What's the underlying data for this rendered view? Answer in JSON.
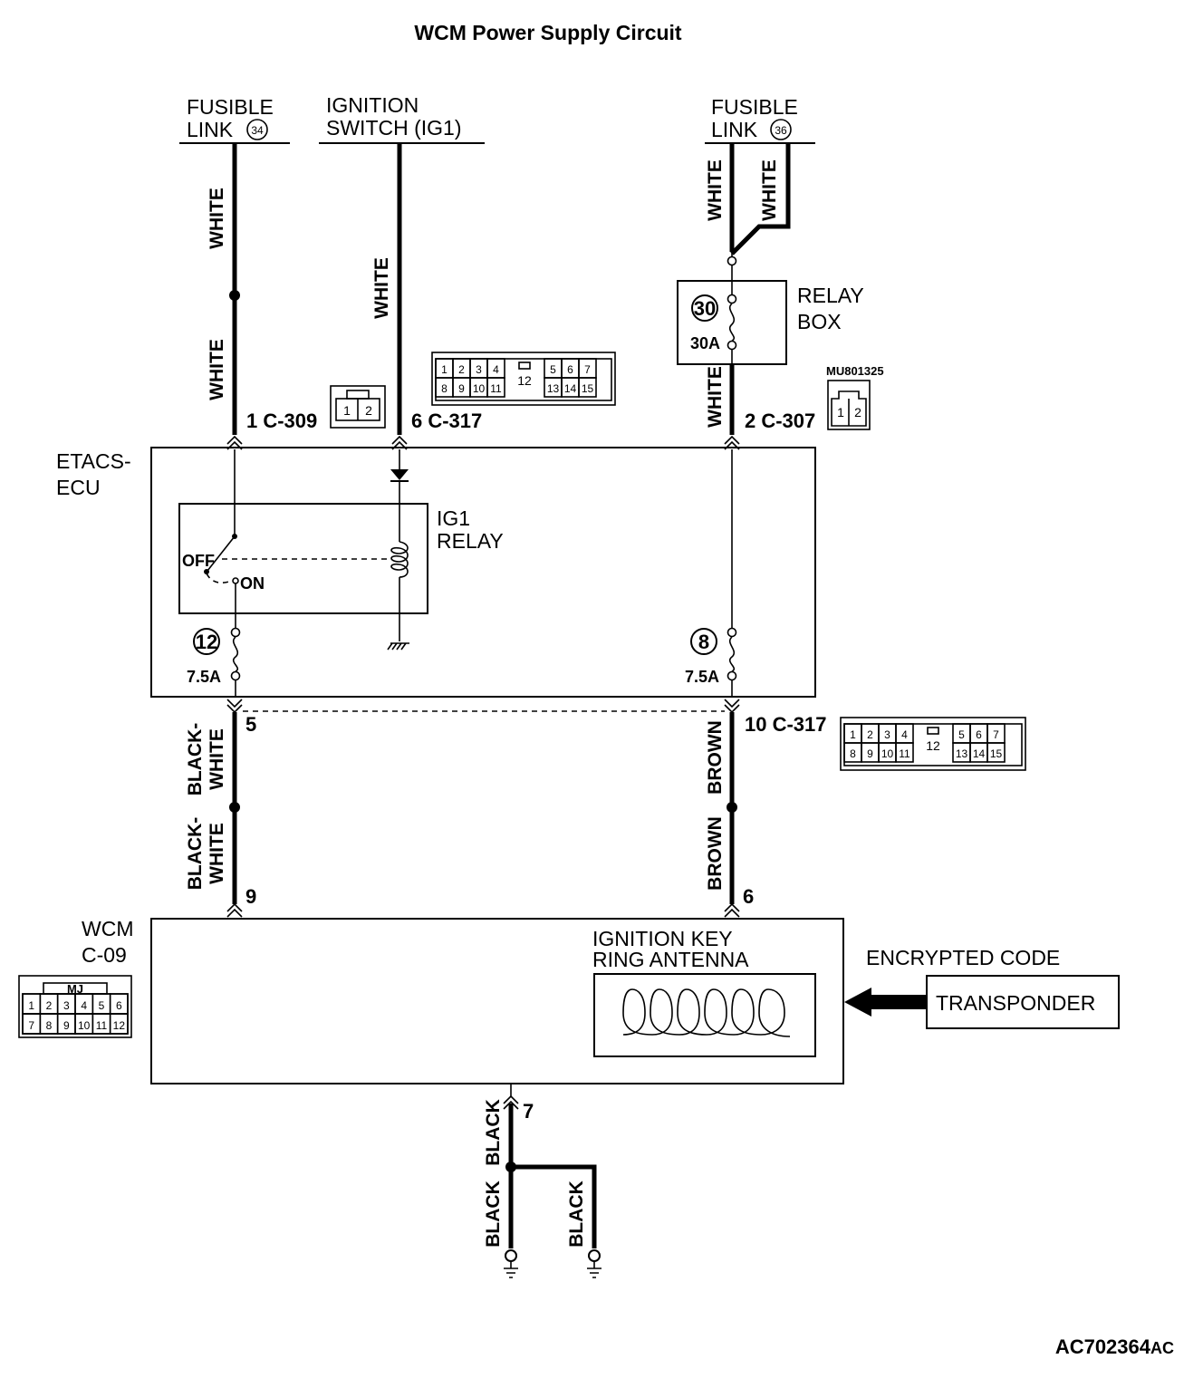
{
  "title": "WCM Power Supply Circuit",
  "sources": {
    "fusible_link_34": {
      "line1": "FUSIBLE",
      "line2": "LINK",
      "number": "34"
    },
    "ignition_switch": {
      "line1": "IGNITION",
      "line2": "SWITCH (IG1)"
    },
    "fusible_link_36": {
      "line1": "FUSIBLE",
      "line2": "LINK",
      "number": "36"
    }
  },
  "wires": {
    "white": "WHITE",
    "black_white_1": "BLACK-",
    "black_white_2": "WHITE",
    "brown": "BROWN",
    "black": "BLACK"
  },
  "relay_box": {
    "line1": "RELAY",
    "line2": "BOX",
    "fuse_number": "30",
    "fuse_rating": "30A"
  },
  "part_code": "MU801325",
  "connectors": {
    "c309": "1  C-309",
    "c317_6": "6  C-317",
    "c307": "2  C-307",
    "pin5": "5",
    "c317_10": "10  C-317",
    "pin9": "9",
    "pin6": "6",
    "pin7": "7"
  },
  "connector_pins": {
    "two_pin": [
      "1",
      "2"
    ],
    "c317_top": [
      "1",
      "2",
      "3",
      "4",
      "5",
      "6",
      "7"
    ],
    "c317_bottom": [
      "8",
      "9",
      "10",
      "11",
      "13",
      "14",
      "15"
    ],
    "c317_center": "12",
    "wcm_label": "MJ",
    "wcm_top": [
      "1",
      "2",
      "3",
      "4",
      "5",
      "6"
    ],
    "wcm_bottom": [
      "7",
      "8",
      "9",
      "10",
      "11",
      "12"
    ]
  },
  "etacs": {
    "line1": "ETACS-",
    "line2": "ECU",
    "relay_line1": "IG1",
    "relay_line2": "RELAY",
    "off": "OFF",
    "on": "ON",
    "fuse_left_number": "12",
    "fuse_right_number": "8",
    "fuse_rating": "7.5A"
  },
  "wcm": {
    "line1": "WCM",
    "line2": "C-09",
    "antenna_line1": "IGNITION KEY",
    "antenna_line2": "RING ANTENNA"
  },
  "transponder": {
    "label": "TRANSPONDER",
    "signal": "ENCRYPTED CODE"
  },
  "figure_code": "AC702364",
  "figure_suffix": "AC"
}
